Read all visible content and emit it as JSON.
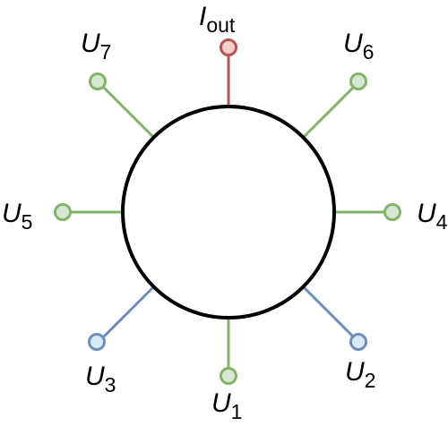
{
  "colors": {
    "ring": "#000000",
    "green_stroke": "#82b366",
    "green_fill": "#d5e8d4",
    "blue_stroke": "#6c8ebf",
    "blue_fill": "#dae8fc",
    "red_stroke": "#b85450",
    "red_fill": "#f8cecc"
  },
  "terminals": {
    "iout": {
      "symbol": "I",
      "subscript": "out",
      "color": "red"
    },
    "u1": {
      "symbol": "U",
      "subscript": "1",
      "color": "green"
    },
    "u2": {
      "symbol": "U",
      "subscript": "2",
      "color": "blue"
    },
    "u3": {
      "symbol": "U",
      "subscript": "3",
      "color": "blue"
    },
    "u4": {
      "symbol": "U",
      "subscript": "4",
      "color": "green"
    },
    "u5": {
      "symbol": "U",
      "subscript": "5",
      "color": "green"
    },
    "u6": {
      "symbol": "U",
      "subscript": "6",
      "color": "green"
    },
    "u7": {
      "symbol": "U",
      "subscript": "7",
      "color": "green"
    }
  }
}
